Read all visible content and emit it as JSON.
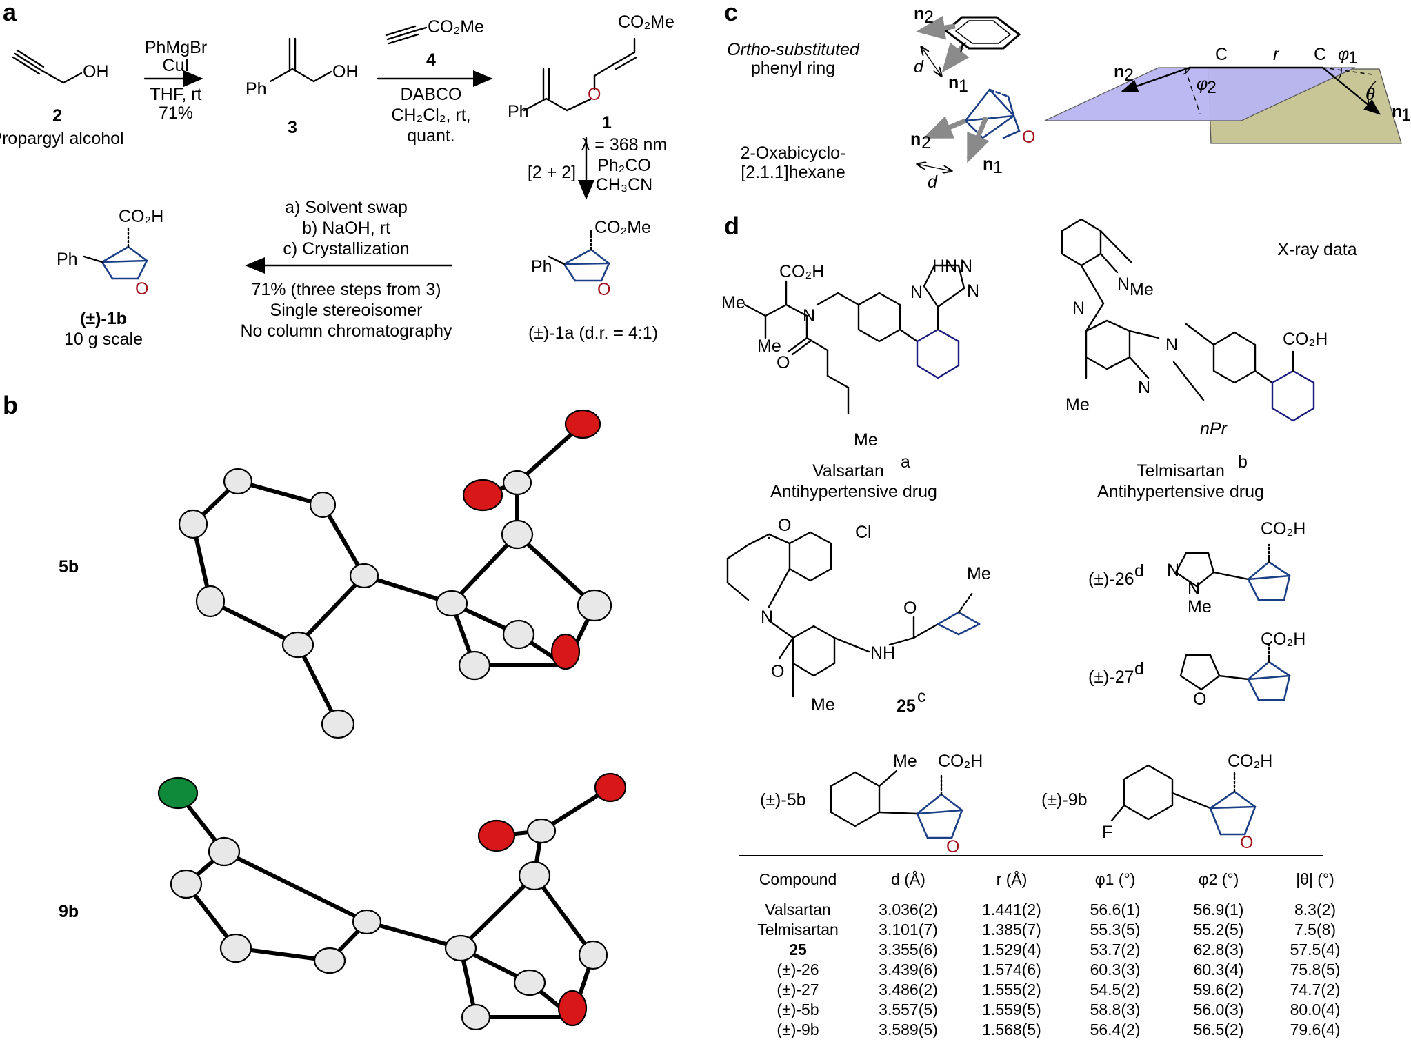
{
  "panels": {
    "a": "a",
    "b": "b",
    "c": "c",
    "d": "d"
  },
  "panel_a": {
    "compound2_label": "2",
    "compound2_name": "Propargyl alcohol",
    "oh": "OH",
    "step1_reagent_line1": "PhMgBr",
    "step1_reagent_line2": "CuI",
    "step1_cond_line1": "THF, rt",
    "step1_cond_line2": "71%",
    "compound3_label": "3",
    "ph": "Ph",
    "step2_reagent": "CO₂Me",
    "step2_reagent_label": "4",
    "step2_cond_line1": "DABCO",
    "step2_cond_line2": "CH₂Cl₂, rt,",
    "step2_cond_line3": "quant.",
    "compound1_label": "1",
    "co2me": "CO₂Me",
    "o": "O",
    "step3_lambda": "λ = 368 nm",
    "step3_sens": "Ph₂CO",
    "step3_solv": "CH₃CN",
    "step3_type": "[2 + 2]",
    "compound1a_label": "(±)-1a (d.r. = 4:1)",
    "step4_line1": "a) Solvent swap",
    "step4_line2": "b) NaOH, rt",
    "step4_line3": "c) Crystallization",
    "step4_line4": "71% (three steps from 3)",
    "step4_line5": "Single stereoisomer",
    "step4_line6": "No column chromatography",
    "co2h": "CO₂H",
    "compound1b_label": "(±)-1b",
    "compound1b_scale": "10 g scale"
  },
  "panel_b": {
    "structure1_label": "5b",
    "structure2_label": "9b"
  },
  "panel_c": {
    "row1_name_line1": "Ortho-substituted",
    "row1_name_line2": "phenyl ring",
    "row2_name_line1": "2-Oxabicyclo-",
    "row2_name_line2": "[2.1.1]hexane",
    "n1": "n",
    "n2": "n",
    "sub1": "1",
    "sub2": "2",
    "d": "d",
    "r": "r",
    "o": "O",
    "c": "C",
    "phi1": "φ",
    "phi2": "φ",
    "theta": "θ"
  },
  "panel_d": {
    "xray_title": "X-ray data",
    "valsartan_name": "Valsartan",
    "valsartan_sup": "a",
    "valsartan_desc": "Antihypertensive drug",
    "telmisartan_name": "Telmisartan",
    "telmisartan_sup": "b",
    "telmisartan_desc": "Antihypertensive drug",
    "me": "Me",
    "co2h": "CO₂H",
    "n": "N",
    "hn": "HN",
    "nh": "NH",
    "npr": "nPr",
    "cl": "Cl",
    "f": "F",
    "o": "O",
    "compound25_label": "25",
    "compound25_sup": "c",
    "compound26_label": "(±)-26",
    "compound26_sup": "d",
    "compound27_label": "(±)-27",
    "compound27_sup": "d",
    "compound5b_label": "(±)-5b",
    "compound9b_label": "(±)-9b"
  },
  "table": {
    "headers": [
      "Compound",
      "d (Å)",
      "r (Å)",
      "φ1 (°)",
      "φ2 (°)",
      "|θ| (°)"
    ],
    "rows": [
      [
        "Valsartan",
        "3.036(2)",
        "1.441(2)",
        "56.6(1)",
        "56.9(1)",
        "8.3(2)"
      ],
      [
        "Telmisartan",
        "3.101(7)",
        "1.385(7)",
        "55.3(5)",
        "55.2(5)",
        "7.5(8)"
      ],
      [
        "25",
        "3.355(6)",
        "1.529(4)",
        "53.7(2)",
        "62.8(3)",
        "57.5(4)"
      ],
      [
        "(±)-26",
        "3.439(6)",
        "1.574(6)",
        "60.3(3)",
        "60.3(4)",
        "75.8(5)"
      ],
      [
        "(±)-27",
        "3.486(2)",
        "1.555(2)",
        "54.5(2)",
        "59.6(2)",
        "74.7(2)"
      ],
      [
        "(±)-5b",
        "3.557(5)",
        "1.559(5)",
        "58.8(3)",
        "56.0(3)",
        "80.0(4)"
      ],
      [
        "(±)-9b",
        "3.589(5)",
        "1.568(5)",
        "56.4(2)",
        "56.5(2)",
        "79.6(4)"
      ]
    ]
  }
}
